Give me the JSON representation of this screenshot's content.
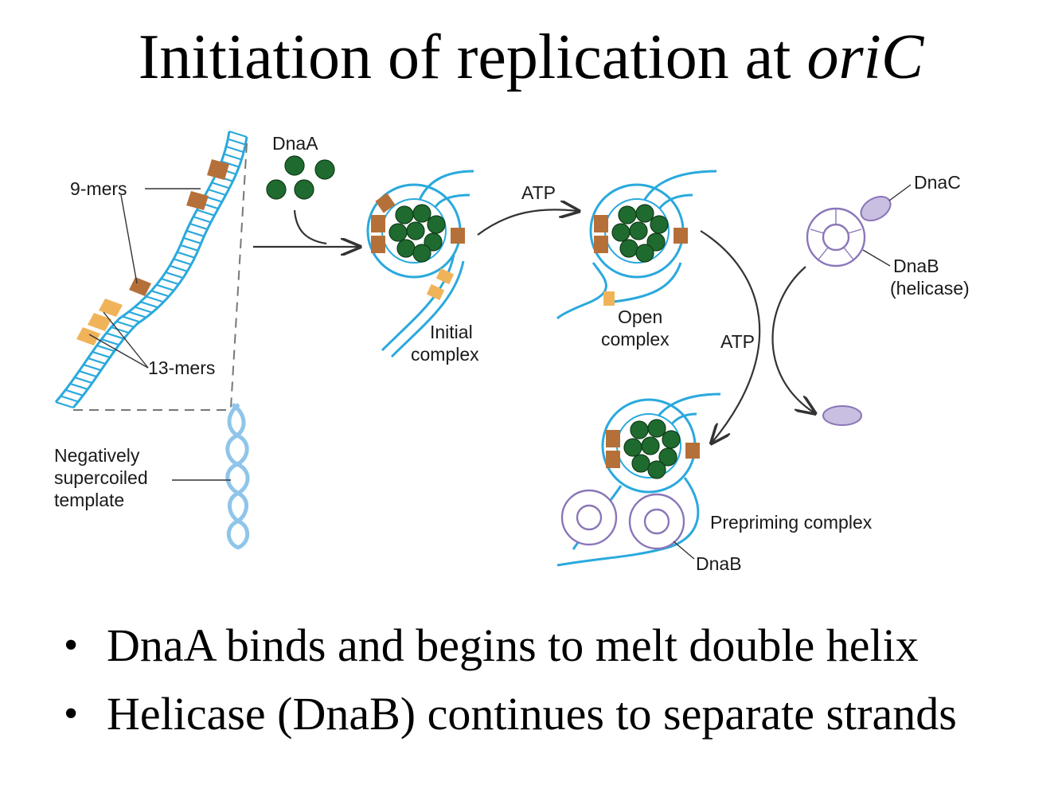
{
  "title": {
    "main": "Initiation of replication at ",
    "italic": "oriC"
  },
  "labels": {
    "nine_mers": "9-mers",
    "thirteen_mers": "13-mers",
    "dnaA": "DnaA",
    "neg_line1": "Negatively",
    "neg_line2": "supercoiled",
    "neg_line3": "template",
    "initial_line1": "Initial",
    "initial_line2": "complex",
    "atp_top": "ATP",
    "open_line1": "Open",
    "open_line2": "complex",
    "atp_mid": "ATP",
    "dnaC": "DnaC",
    "dnaB_line1": "DnaB",
    "dnaB_line2": "(helicase)",
    "prepriming": "Prepriming complex",
    "dnaB_bottom": "DnaB"
  },
  "bullets": [
    "DnaA binds and begins to melt double helix",
    "Helicase (DnaB) continues to separate strands"
  ],
  "colors": {
    "dna": "#2aa9dd",
    "dnaA_protein": "#1f6b2f",
    "nine_mer": "#b5703a",
    "thirteen_mer": "#f1b35a",
    "dnaB_dnaC": "#8a76b8"
  }
}
